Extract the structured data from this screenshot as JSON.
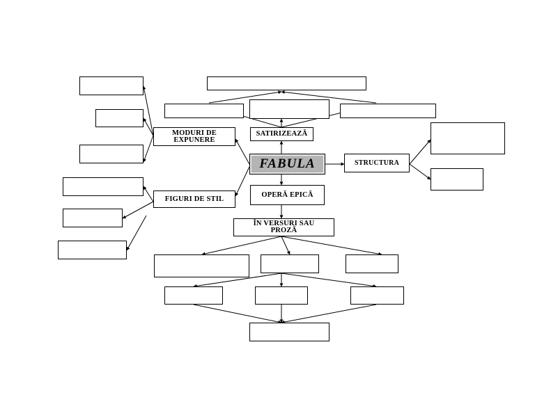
{
  "diagram": {
    "center": "FABULA",
    "satirizeaza": "SATIRIZEAZĂ",
    "moduri": "MODURI DE EXPUNERE",
    "figuri": "FIGURI DE STIL",
    "opera": "OPERĂ EPICĂ",
    "versuri": "ÎN VERSURI SAU PROZĂ",
    "structura": "STRUCTURA"
  },
  "colors": {
    "main_fill": "#b4b4b4",
    "stroke": "#000000"
  }
}
